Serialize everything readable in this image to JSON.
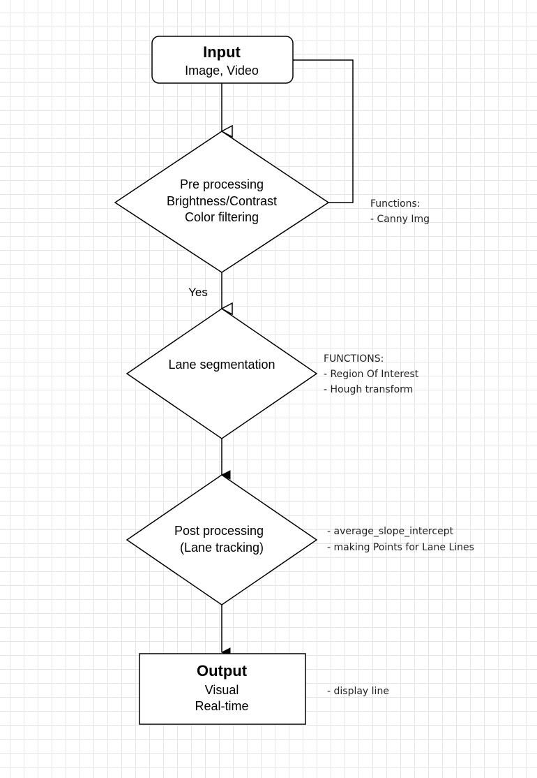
{
  "nodes": {
    "input": {
      "title": "Input",
      "subtitle": "Image, Video"
    },
    "preprocessing": {
      "line1": "Pre processing",
      "line2": "Brightness/Contrast",
      "line3": "Color filtering"
    },
    "lane_segmentation": {
      "label": "Lane segmentation"
    },
    "post_processing": {
      "line1": "Post processing",
      "line2": "(Lane tracking)"
    },
    "output": {
      "title": "Output",
      "line1": "Visual",
      "line2": "Real-time"
    }
  },
  "edges": {
    "yes_label": "Yes"
  },
  "notes": {
    "preprocessing": {
      "heading": "Functions:",
      "items": [
        "- Canny Img"
      ]
    },
    "segmentation": {
      "heading": "FUNCTIONS:",
      "items": [
        "- Region Of Interest",
        "- Hough transform"
      ]
    },
    "post_processing": {
      "items": [
        "- average_slope_intercept",
        "- making Points for Lane Lines"
      ]
    },
    "output": {
      "items": [
        "- display line"
      ]
    }
  }
}
